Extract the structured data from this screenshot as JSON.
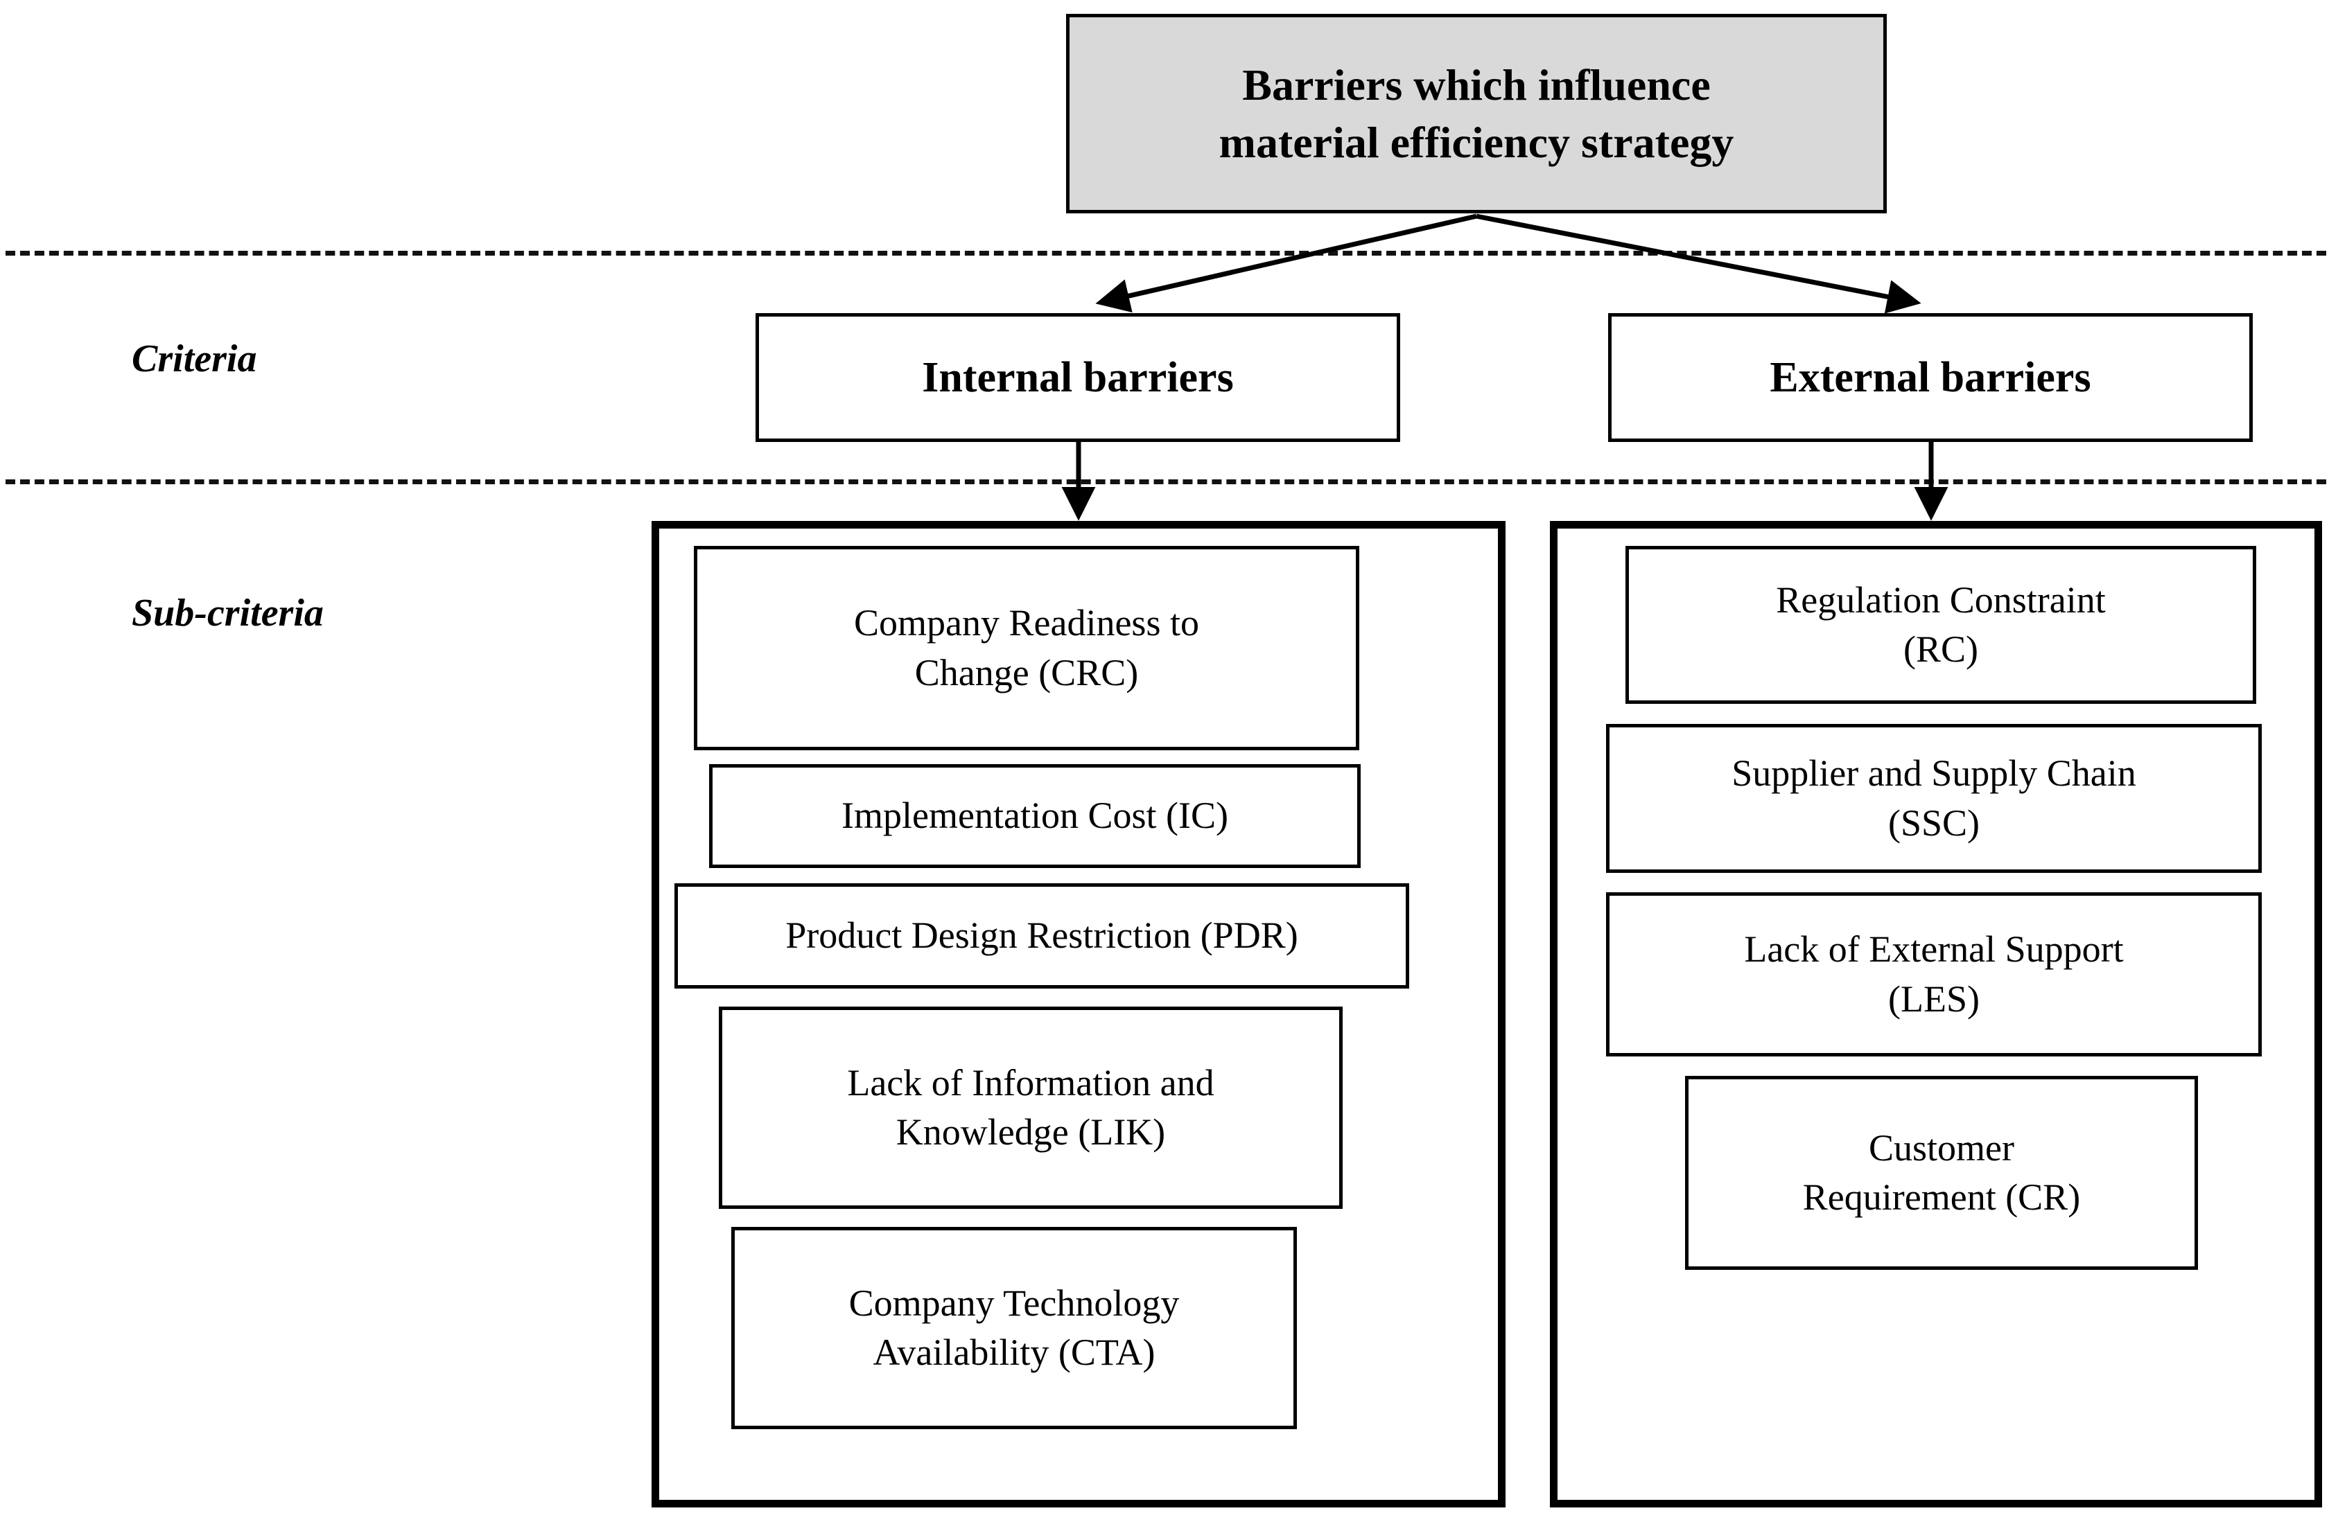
{
  "diagram": {
    "type": "hierarchy-tree",
    "goal": {
      "label": "Barriers which influence material efficiency strategy",
      "line1": "Barriers which influence",
      "line2": "material efficiency strategy",
      "fill": "#d9d9d9"
    },
    "row_labels": {
      "criteria": "Criteria",
      "sub_criteria": "Sub-criteria"
    },
    "criteria": [
      {
        "label": "Internal barriers"
      },
      {
        "label": "External barriers"
      }
    ],
    "sub_criteria": {
      "internal": [
        {
          "name": "Company Readiness to Change",
          "code": "CRC",
          "line1": "Company Readiness to",
          "line2": "Change (CRC)"
        },
        {
          "name": "Implementation Cost",
          "code": "IC",
          "line1": "Implementation Cost (IC)",
          "line2": ""
        },
        {
          "name": "Product Design Restriction",
          "code": "PDR",
          "line1": "Product Design Restriction (PDR)",
          "line2": ""
        },
        {
          "name": "Lack of Information and Knowledge",
          "code": "LIK",
          "line1": "Lack of Information and",
          "line2": "Knowledge (LIK)"
        },
        {
          "name": "Company Technology Availability",
          "code": "CTA",
          "line1": "Company Technology",
          "line2": "Availability (CTA)"
        }
      ],
      "external": [
        {
          "name": "Regulation Constraint",
          "code": "RC",
          "line1": "Regulation Constraint",
          "line2": "(RC)"
        },
        {
          "name": "Supplier and Supply Chain",
          "code": "SSC",
          "line1": "Supplier and Supply Chain",
          "line2": "(SSC)"
        },
        {
          "name": "Lack of External Support",
          "code": "LES",
          "line1": "Lack of External Support",
          "line2": "(LES)"
        },
        {
          "name": "Customer Requirement",
          "code": "CR",
          "line1": "Customer",
          "line2": "Requirement (CR)"
        }
      ]
    },
    "colors": {
      "stroke": "#000000",
      "goal_fill": "#d9d9d9",
      "background": "#ffffff",
      "dashed_rule": "#121212"
    }
  }
}
